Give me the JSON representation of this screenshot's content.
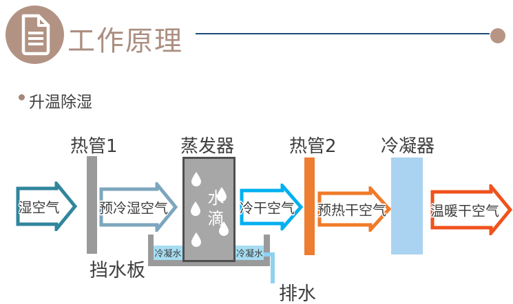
{
  "header": {
    "title": "工作原理",
    "title_color": "#AB8E80",
    "icon": "document-icon",
    "icon_color": "#B29383",
    "rule_color": "#1C4B75",
    "dot_color": "#B79585"
  },
  "section": {
    "bullet_label": "升温除湿",
    "bullet_color": "#A5887B"
  },
  "diagram": {
    "components": [
      {
        "id": "heat-pipe-1",
        "label": "热管1",
        "color": "#9A9A9A"
      },
      {
        "id": "evaporator",
        "label": "蒸发器",
        "color": "#A7A7A7",
        "inner_label": "水滴"
      },
      {
        "id": "heat-pipe-2",
        "label": "热管2",
        "color": "#ED7D31"
      },
      {
        "id": "condenser",
        "label": "冷凝器",
        "color": "#A9D3F0"
      }
    ],
    "arrows": [
      {
        "label": "湿空气",
        "color": "#31859C"
      },
      {
        "label": "预冷湿空气",
        "color": "#7CA6BE"
      },
      {
        "label": "冷干空气",
        "color": "#00B0F0"
      },
      {
        "label": "预热干空气",
        "color": "#F07A28"
      },
      {
        "label": "温暖干空气",
        "color": "#F0521D"
      }
    ],
    "baffle_label": "挡水板",
    "condensate_left_label": "冷凝水",
    "condensate_right_label": "冷凝水",
    "drain_label": "排水",
    "tray_color": "#9A9A9A",
    "water_color": "#A6DDF2",
    "pipe_color": "#8FD2F0"
  }
}
